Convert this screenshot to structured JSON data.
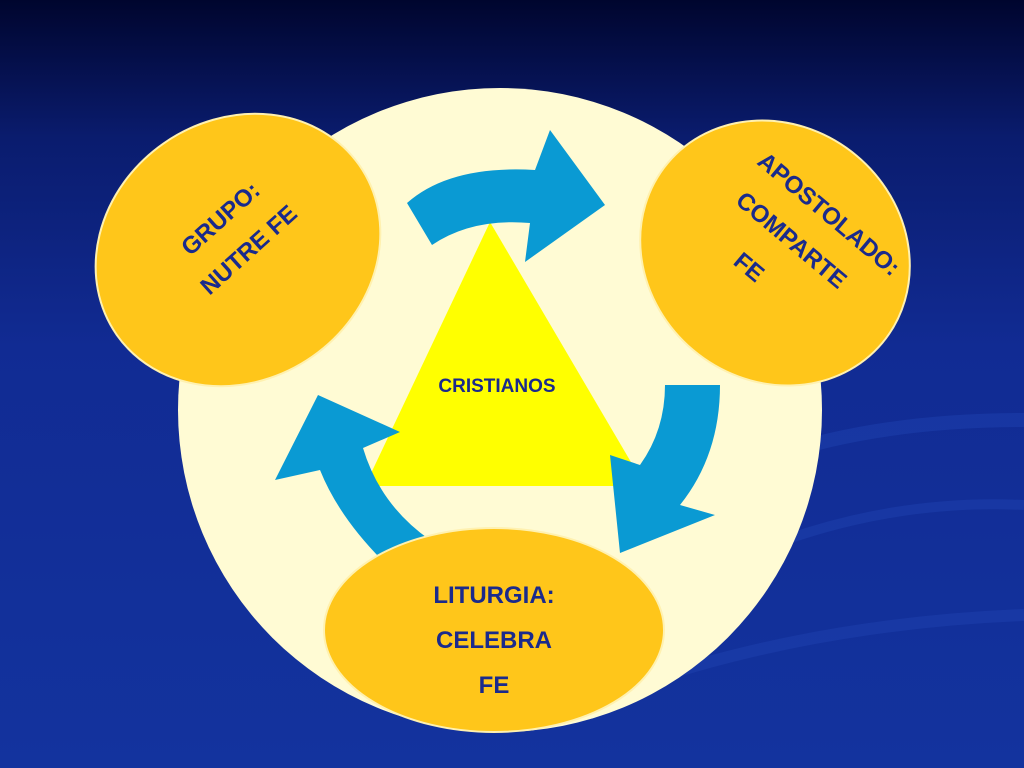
{
  "center_label": "CRISTIANOS",
  "nodes": {
    "grupo": {
      "line1": "GRUPO:",
      "line2": "NUTRE  FE"
    },
    "apostolado": {
      "line1": "APOSTOLADO:",
      "line2": "COMPARTE",
      "line3": "FE"
    },
    "liturgia": {
      "line1": "LITURGIA:",
      "line2": "CELEBRA",
      "line3": "FE"
    }
  },
  "colors": {
    "background": "#13339e",
    "circle": "#fffbd4",
    "triangle": "#ffff00",
    "ellipse": "#ffc61a",
    "arrow": "#0a9ad3",
    "text": "#1a2a8c"
  }
}
